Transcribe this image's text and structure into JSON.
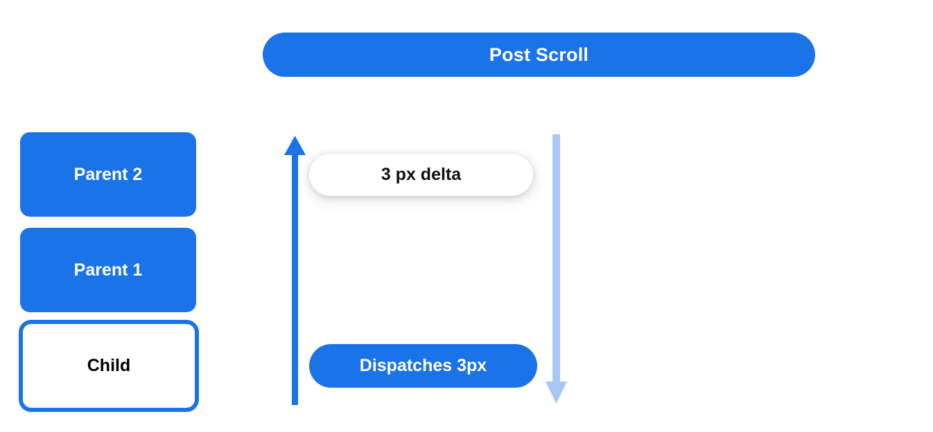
{
  "header": {
    "title": "Post Scroll"
  },
  "colors": {
    "accent_blue": "#1b73e8",
    "light_blue": "#a8c7f5",
    "white": "#ffffff",
    "text_dark": "#000000"
  },
  "node_stack": {
    "items": [
      {
        "label": "Parent 2",
        "style": "filled"
      },
      {
        "label": "Parent 1",
        "style": "filled"
      },
      {
        "label": "Child",
        "style": "outlined"
      }
    ]
  },
  "flow": {
    "up_arrow": {
      "name": "bubble-up-arrow",
      "direction": "up",
      "color": "#1b73e8"
    },
    "down_arrow": {
      "name": "dispatch-down-arrow",
      "direction": "down",
      "color": "#a8c7f5"
    },
    "annotations": [
      {
        "label": "3 px delta",
        "style": "white-pill"
      },
      {
        "label": "Dispatches 3px",
        "style": "blue-pill"
      }
    ]
  }
}
